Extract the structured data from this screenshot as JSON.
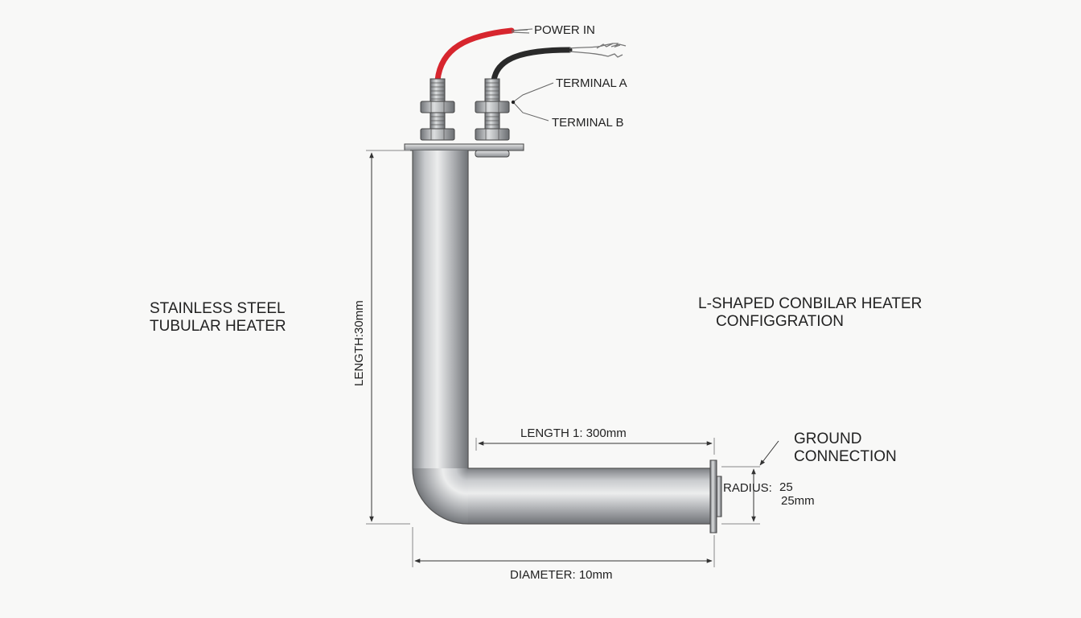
{
  "labels": {
    "power_in": "POWER IN",
    "terminal_a": "TERMINAL A",
    "terminal_b": "TERMINAL B",
    "title_line1": "STAINLESS STEEL",
    "title_line2": "TUBULAR HEATER",
    "config_line1": "L-SHAPED CONBILAR HEATER",
    "config_line2": "CONFIGGRATION",
    "vertical_length": "LENGTH:30mm",
    "horizontal_length": "LENGTH 1: 300mm",
    "diameter": "DIAMETER: 10mm",
    "ground_line1": "GROUND",
    "ground_line2": "CONNECTION",
    "radius": "RADIUS:",
    "radius_value_a": "25",
    "radius_value_b": "25mm"
  },
  "colors": {
    "background": "#f8f8f7",
    "wire_red": "#d7262e",
    "wire_black": "#2a2a2a",
    "steel": "#b8babd",
    "dimension_line": "#333333"
  }
}
